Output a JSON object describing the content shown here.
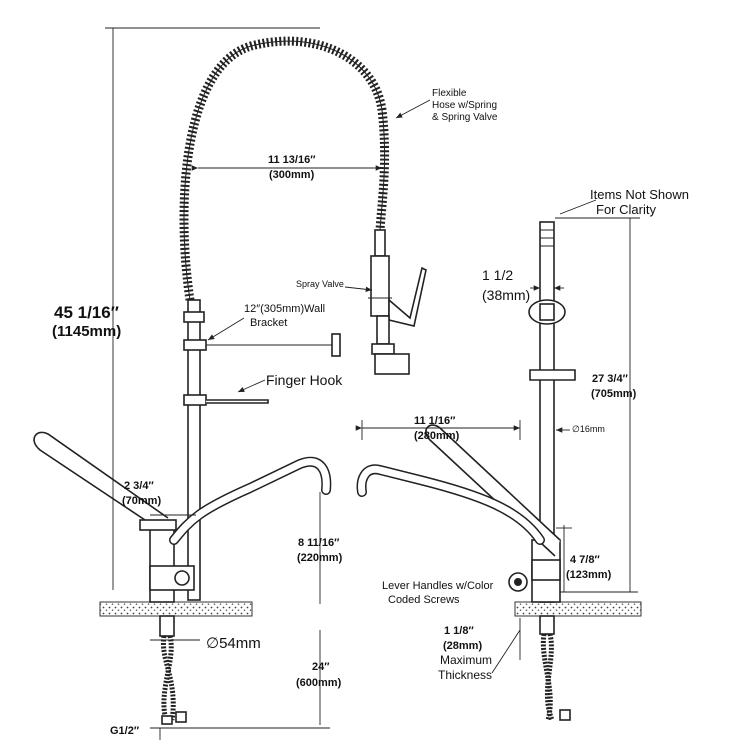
{
  "labels": {
    "overall_height": "45 1/16″",
    "overall_height_mm": "(1145mm)",
    "reach": "11 13/16″",
    "reach_mm": "(300mm)",
    "hose_line1": "Flexible",
    "hose_line2": "Hose w/Spring",
    "hose_line3": "& Spring Valve",
    "spray_valve": "Spray Valve",
    "wall_bracket_line1": "12″(305mm)Wall",
    "wall_bracket_line2": "Bracket",
    "finger_hook": "Finger Hook",
    "faucet_spacing": "2 3/4″",
    "faucet_spacing_mm": "(70mm)",
    "spout_height": "8 11/16″",
    "spout_height_mm": "(220mm)",
    "base_diameter": "∅54mm",
    "shank_length": "24″",
    "shank_length_mm": "(600mm)",
    "inlet": "G1/2″",
    "items_not_shown_line1": "Items Not Shown",
    "items_not_shown_line2": "For Clarity",
    "pipe_dia": "1  1/2",
    "pipe_dia_mm": "(38mm)",
    "riser_height": "27 3/4″",
    "riser_height_mm": "(705mm)",
    "spout_reach": "11 1/16″",
    "spout_reach_mm": "(280mm)",
    "tube_dia": "∅16mm",
    "body_height": "4 7/8″",
    "body_height_mm": "(123mm)",
    "lever_line1": "Lever Handles w/Color",
    "lever_line2": "Coded Screws",
    "thickness": "1 1/8″",
    "thickness_mm": "(28mm)",
    "thickness_line3": "Maximum",
    "thickness_line4": "Thickness"
  }
}
